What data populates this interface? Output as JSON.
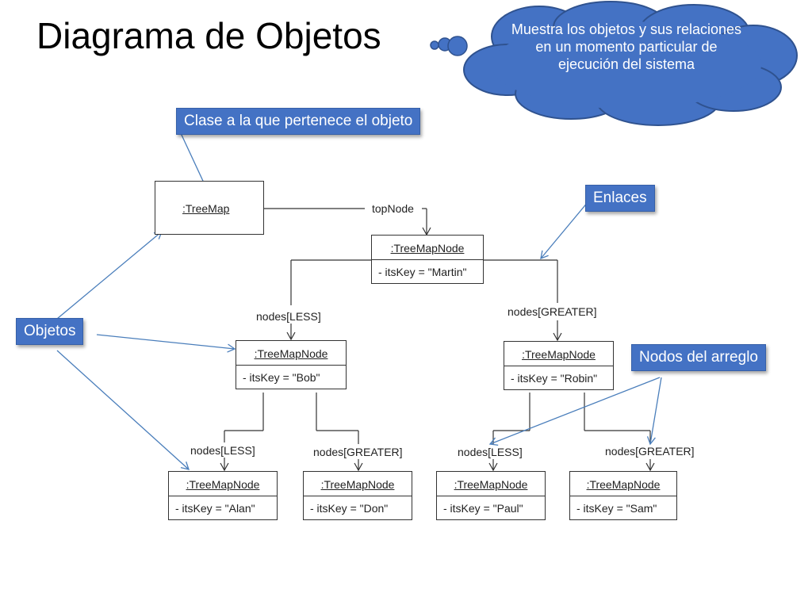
{
  "slide": {
    "title": "Diagrama de Objetos",
    "cloud_note": "Muestra los objetos y sus relaciones en un momento particular de ejecución del sistema"
  },
  "callouts": {
    "class_label": "Clase a la que pertenece el objeto",
    "links": "Enlaces",
    "objects": "Objetos",
    "array_nodes": "Nodos del arreglo"
  },
  "objects": {
    "treemap": {
      "name": ":TreeMap"
    },
    "martin": {
      "name": ":TreeMapNode",
      "attr": "- itsKey = \"Martin\""
    },
    "bob": {
      "name": ":TreeMapNode",
      "attr": "- itsKey = \"Bob\""
    },
    "robin": {
      "name": ":TreeMapNode",
      "attr": "- itsKey = \"Robin\""
    },
    "alan": {
      "name": ":TreeMapNode",
      "attr": "- itsKey = \"Alan\""
    },
    "don": {
      "name": ":TreeMapNode",
      "attr": "- itsKey = \"Don\""
    },
    "paul": {
      "name": ":TreeMapNode",
      "attr": "- itsKey = \"Paul\""
    },
    "sam": {
      "name": ":TreeMapNode",
      "attr": "- itsKey = \"Sam\""
    }
  },
  "link_labels": {
    "top_node": "topNode",
    "martin_less": "nodes[LESS]",
    "martin_greater": "nodes[GREATER]",
    "bob_less": "nodes[LESS]",
    "bob_greater": "nodes[GREATER]",
    "robin_less": "nodes[LESS]",
    "robin_greater": "nodes[GREATER]"
  },
  "colors": {
    "callout_fill": "#4472c4",
    "arrow": "#4a7ebb",
    "diagram_line": "#333333"
  }
}
